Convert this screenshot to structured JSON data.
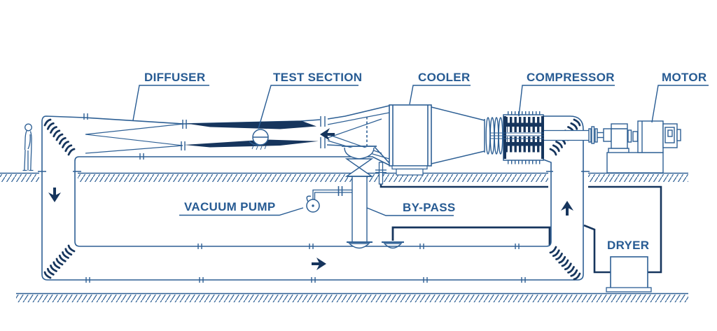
{
  "diagram": {
    "type": "closed-circuit wind tunnel facility schematic",
    "labels": {
      "diffuser": "DIFFUSER",
      "test_section": "TEST SECTION",
      "cooler": "COOLER",
      "compressor": "COMPRESSOR",
      "motor": "MOTOR",
      "vacuum_pump": "VACUUM PUMP",
      "by_pass": "BY-PASS",
      "dryer": "DRYER"
    },
    "flow_arrows": [
      {
        "name": "flow-arrow-left-leg",
        "direction": "down"
      },
      {
        "name": "flow-arrow-top-duct",
        "direction": "left"
      },
      {
        "name": "flow-arrow-bottom-duct",
        "direction": "right"
      },
      {
        "name": "flow-arrow-right-leg",
        "direction": "up"
      }
    ],
    "colors": {
      "line": "#2d5f94",
      "dark_fill": "#16355d",
      "text": "#275b93",
      "background": "#ffffff"
    }
  }
}
